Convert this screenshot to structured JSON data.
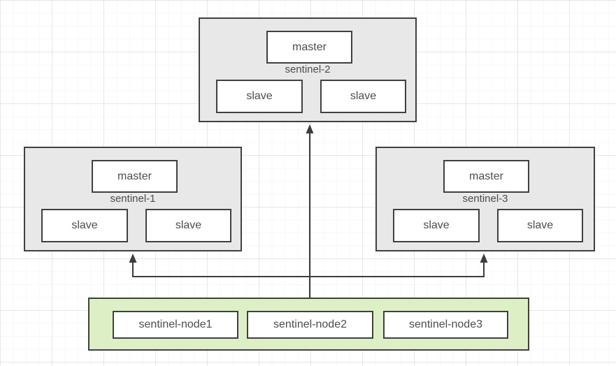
{
  "diagram": {
    "groups": [
      {
        "label": "sentinel-1",
        "master_label": "master",
        "slave_labels": [
          "slave",
          "slave"
        ]
      },
      {
        "label": "sentinel-2",
        "master_label": "master",
        "slave_labels": [
          "slave",
          "slave"
        ]
      },
      {
        "label": "sentinel-3",
        "master_label": "master",
        "slave_labels": [
          "slave",
          "slave"
        ]
      }
    ],
    "sentinel_box": {
      "nodes": [
        "sentinel-node1",
        "sentinel-node2",
        "sentinel-node3"
      ]
    },
    "colors": {
      "group_fill": "#e8e8e8",
      "sentinel_box_fill": "#ddefc5",
      "node_fill": "#ffffff",
      "border": "#404040",
      "text": "#4d4d4d",
      "arrow": "#3d3d3d",
      "grid_line": "#ededed"
    }
  }
}
